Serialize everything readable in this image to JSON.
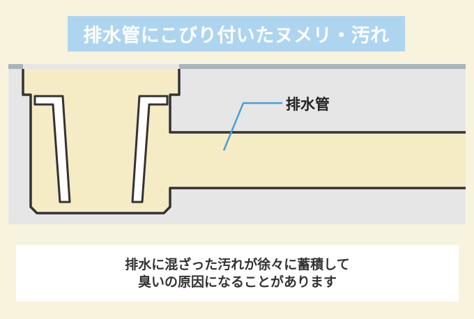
{
  "title": "排水管にこびり付いたヌメリ・汚れ",
  "pipe_label": "排水管",
  "caption": {
    "line1": "排水に混ざった汚れが徐々に蓄積して",
    "line2": "臭いの原因になることがあります"
  },
  "colors": {
    "background": "#f8f3dd",
    "title_box": "#aed5f0",
    "floor": "#e6e6e6",
    "floor_edge": "#a7b4bb",
    "sludge": "#f5ebc5",
    "pipe_outline": "#333333",
    "leader_line": "#4a9fd8"
  }
}
